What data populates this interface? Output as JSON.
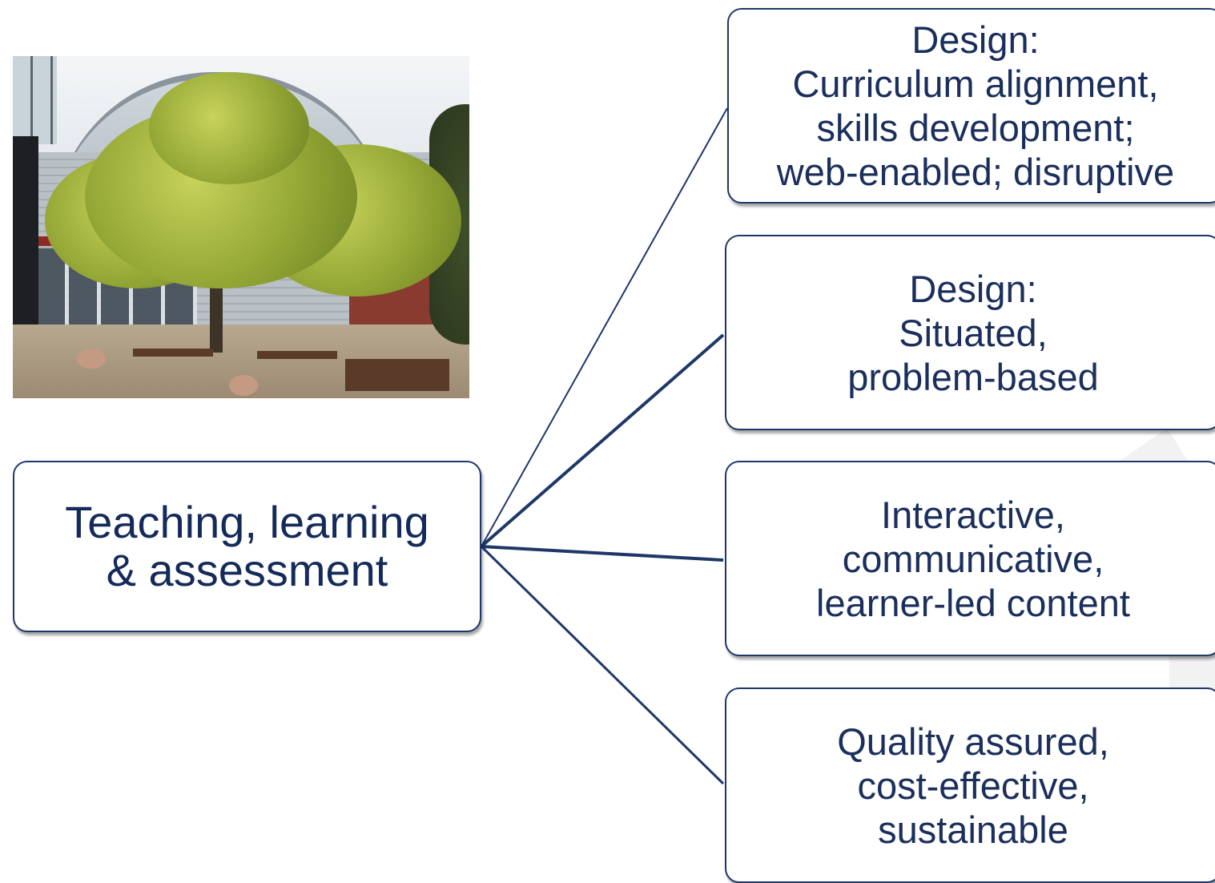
{
  "root": {
    "lines": [
      "Teaching, learning",
      "& assessment"
    ]
  },
  "children": [
    {
      "lines": [
        "Design:",
        "Curriculum alignment,",
        "skills development;",
        "web-enabled; disruptive"
      ]
    },
    {
      "lines": [
        "Design:",
        "Situated,",
        "problem-based"
      ]
    },
    {
      "lines": [
        "Interactive,",
        "communicative,",
        "learner-led content"
      ]
    },
    {
      "lines": [
        "Quality assured,",
        "cost-effective,",
        "sustainable"
      ]
    }
  ],
  "colors": {
    "border": "#1f3768",
    "text": "#1b2f5c",
    "connector": "#1f3768"
  },
  "photo": {
    "icon": "courtyard-tree-photo"
  }
}
